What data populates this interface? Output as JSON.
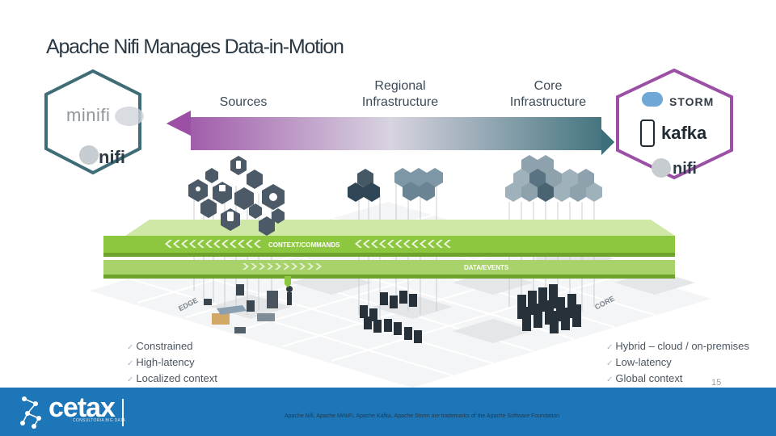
{
  "slide": {
    "title": "Apache Nifi Manages Data-in-Motion",
    "page_number": "15"
  },
  "left_hex": {
    "logo1": "minifi",
    "logo2": "nifi"
  },
  "right_hex": {
    "logo1": "STORM",
    "logo2": "kafka",
    "logo3": "nifi"
  },
  "columns": {
    "sources": "Sources",
    "regional_line1": "Regional",
    "regional_line2": "Infrastructure",
    "core_line1": "Core",
    "core_line2": "Infrastructure"
  },
  "stripes": {
    "context": "CONTEXT/COMMANDS",
    "data": "DATA/EVENTS"
  },
  "floor_labels": {
    "edge": "EDGE",
    "core": "CORE"
  },
  "left_bullets": [
    "Constrained",
    "High-latency",
    "Localized context"
  ],
  "right_bullets": [
    "Hybrid – cloud / on-premises",
    "Low-latency",
    "Global context"
  ],
  "footer": {
    "logo": "cetax",
    "logo_sub": "CONSULTORIA BIG DATA",
    "trademark": "Apache Nifi, Apache MiNiFi, Apache Kafka, Apache Storm are trademarks of the Apache Software Foundation"
  },
  "colors": {
    "purple": "#9b4fa5",
    "teal": "#3c6f7a",
    "green_stripe": "#8dc63f",
    "footer_blue": "#1d76b8"
  }
}
